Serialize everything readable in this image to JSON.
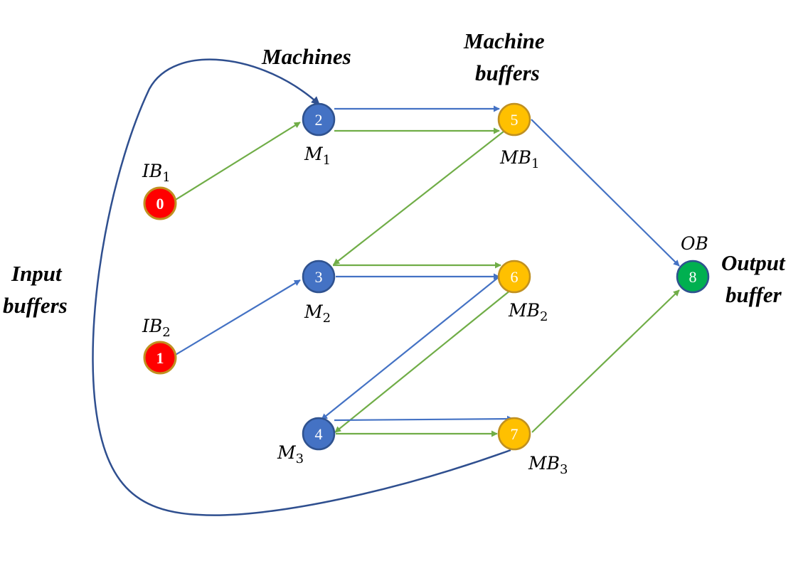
{
  "group_labels": {
    "machines": "Machines",
    "machine_buffers_line1": "Machine",
    "machine_buffers_line2": "buffers",
    "input_buffers_line1": "Input",
    "input_buffers_line2": "buffers",
    "output_buffer_line1": "Output",
    "output_buffer_line2": "buffer"
  },
  "colors": {
    "input_buffer": "#ff0000",
    "machine": "#4472c4",
    "machine_buffer": "#ffc000",
    "output_buffer": "#00b050",
    "blue_edge": "#4472c4",
    "green_edge": "#70ad47",
    "loop_edge": "#2f4f8f",
    "node_border": "#c09020"
  },
  "nodes": [
    {
      "id": "0",
      "main": "IB",
      "sub": "1",
      "kind": "input_buffer"
    },
    {
      "id": "1",
      "main": "IB",
      "sub": "2",
      "kind": "input_buffer"
    },
    {
      "id": "2",
      "main": "M",
      "sub": "1",
      "kind": "machine"
    },
    {
      "id": "3",
      "main": "M",
      "sub": "2",
      "kind": "machine"
    },
    {
      "id": "4",
      "main": "M",
      "sub": "3",
      "kind": "machine"
    },
    {
      "id": "5",
      "main": "MB",
      "sub": "1",
      "kind": "machine_buffer"
    },
    {
      "id": "6",
      "main": "MB",
      "sub": "2",
      "kind": "machine_buffer"
    },
    {
      "id": "7",
      "main": "MB",
      "sub": "3",
      "kind": "machine_buffer"
    },
    {
      "id": "8",
      "main": "OB",
      "sub": "",
      "kind": "output_buffer"
    }
  ],
  "edges": [
    {
      "from": "0",
      "to": "2",
      "color": "green"
    },
    {
      "from": "1",
      "to": "3",
      "color": "blue"
    },
    {
      "from": "2",
      "to": "5",
      "color": "blue"
    },
    {
      "from": "2",
      "to": "5",
      "color": "green"
    },
    {
      "from": "5",
      "to": "3",
      "color": "green"
    },
    {
      "from": "5",
      "to": "8",
      "color": "blue"
    },
    {
      "from": "3",
      "to": "6",
      "color": "green"
    },
    {
      "from": "3",
      "to": "6",
      "color": "blue"
    },
    {
      "from": "6",
      "to": "4",
      "color": "blue"
    },
    {
      "from": "6",
      "to": "4",
      "color": "green"
    },
    {
      "from": "4",
      "to": "7",
      "color": "blue"
    },
    {
      "from": "4",
      "to": "7",
      "color": "green"
    },
    {
      "from": "7",
      "to": "8",
      "color": "green"
    },
    {
      "from": "7",
      "to": "2",
      "color": "loop"
    }
  ]
}
